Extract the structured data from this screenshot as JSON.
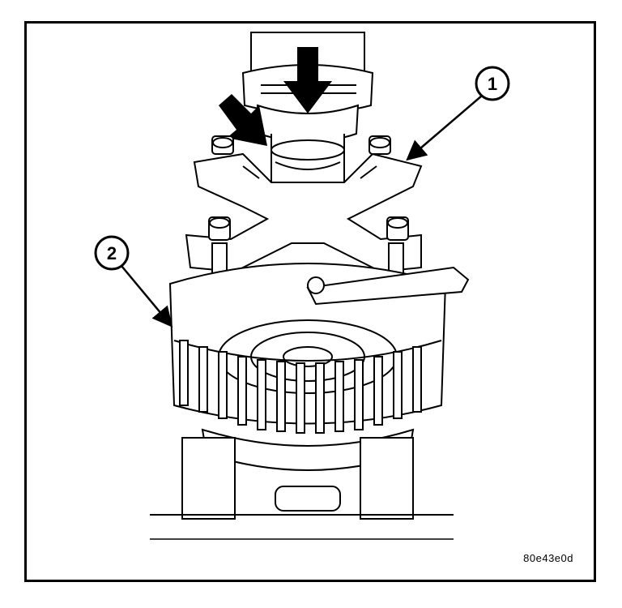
{
  "figure": {
    "figure_id": "80e43e0d",
    "callouts": [
      {
        "label": "1"
      },
      {
        "label": "2"
      }
    ]
  },
  "colors": {
    "line": "#000000",
    "background": "#ffffff"
  }
}
